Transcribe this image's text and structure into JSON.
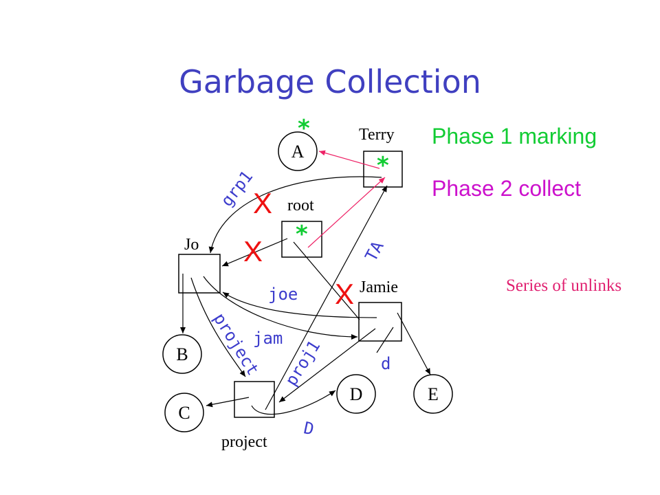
{
  "title": "Garbage Collection",
  "legend": {
    "phase1": "Phase 1 marking",
    "phase2": "Phase 2 collect",
    "phase1_color": "#11cc33",
    "phase2_color": "#cc11cc"
  },
  "side_note": "Series of unlinks",
  "nodes": {
    "terry": "Terry",
    "root": "root",
    "jo": "Jo",
    "jamie": "Jamie",
    "project": "project",
    "a": "A",
    "b": "B",
    "c": "C",
    "d": "D",
    "e": "E"
  },
  "edge_labels": {
    "grp1": "grp1",
    "ta": "TA",
    "joe": "joe",
    "jam": "jam",
    "project": "project",
    "proj1": "proj1",
    "d_lower": "d",
    "d_upper": "D"
  },
  "marks": {
    "star": "*",
    "cross": "X",
    "star_color": "#11cc33",
    "cross_color": "#ee1111",
    "mark_arrow_color": "#ee2266"
  }
}
